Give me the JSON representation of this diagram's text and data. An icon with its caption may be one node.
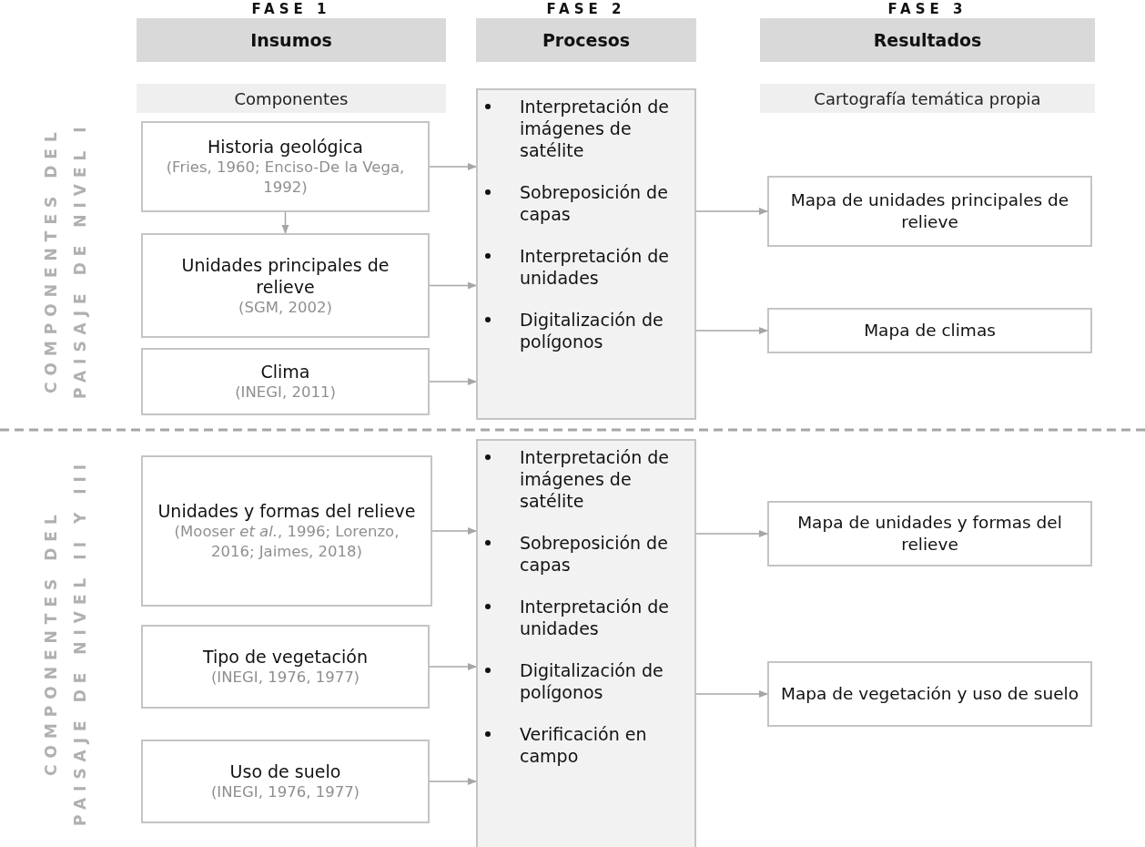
{
  "diagram": {
    "nodes": [
      {
        "text": [
          "FASE 1",
          "Insumos"
        ]
      },
      {
        "text": [
          "FASE 2",
          "Procesos"
        ]
      },
      {
        "text": [
          "FASE 3",
          "Resultados"
        ]
      },
      {
        "text": [
          "Componentes"
        ]
      },
      {
        "text": [
          "Cartografía temática propia"
        ]
      },
      {
        "text": [
          "Historia geológica",
          "(Fries, 1960; Enciso-De la Vega, 1992)"
        ]
      },
      {
        "text": [
          "Unidades principales de relieve",
          "(SGM, 2002)"
        ]
      },
      {
        "text": [
          "Clima",
          "(INEGI, 2011)"
        ]
      },
      {
        "text": [
          "Interpretación de imágenes de satélite",
          "Sobreposición de capas",
          "Interpretación de unidades",
          "Digitalización de polígonos"
        ]
      },
      {
        "text": [
          "Mapa de unidades principales de relieve"
        ]
      },
      {
        "text": [
          "Mapa de climas"
        ]
      },
      {
        "text": [
          "Unidades y formas del relieve",
          "(Mooser *et al.*, 1996; Lorenzo, 2016; Jaimes, 2018)"
        ]
      },
      {
        "text": [
          "Tipo de vegetación",
          "(INEGI, 1976, 1977)"
        ]
      },
      {
        "text": [
          "Uso de suelo",
          "(INEGI, 1976, 1977)"
        ]
      },
      {
        "text": [
          "Interpretación de imágenes de satélite",
          "Sobreposición de capas",
          "Interpretación de unidades",
          "Digitalización de polígonos",
          "Verificación en campo"
        ]
      },
      {
        "text": [
          "Mapa de unidades y formas del relieve"
        ]
      },
      {
        "text": [
          "Mapa de vegetación y uso de suelo"
        ]
      }
    ],
    "edges": [
      {
        "from": 5,
        "to": 8,
        "arrow": "to"
      },
      {
        "from": 5,
        "to": 6,
        "arrow": "to"
      },
      {
        "from": 6,
        "to": 8,
        "arrow": "to"
      },
      {
        "from": 7,
        "to": 8,
        "arrow": "to"
      },
      {
        "from": 8,
        "to": 9,
        "arrow": "to"
      },
      {
        "from": 8,
        "to": 10,
        "arrow": "to"
      },
      {
        "from": 11,
        "to": 14,
        "arrow": "to"
      },
      {
        "from": 12,
        "to": 14,
        "arrow": "to"
      },
      {
        "from": 13,
        "to": 14,
        "arrow": "to"
      },
      {
        "from": 14,
        "to": 15,
        "arrow": "to"
      },
      {
        "from": 14,
        "to": 16,
        "arrow": "to"
      }
    ],
    "labels": [
      "COMPONENTES DEL PAISAJE DE NIVEL I",
      "COMPONENTES DEL PAISAJE DE NIVEL II Y III"
    ]
  }
}
